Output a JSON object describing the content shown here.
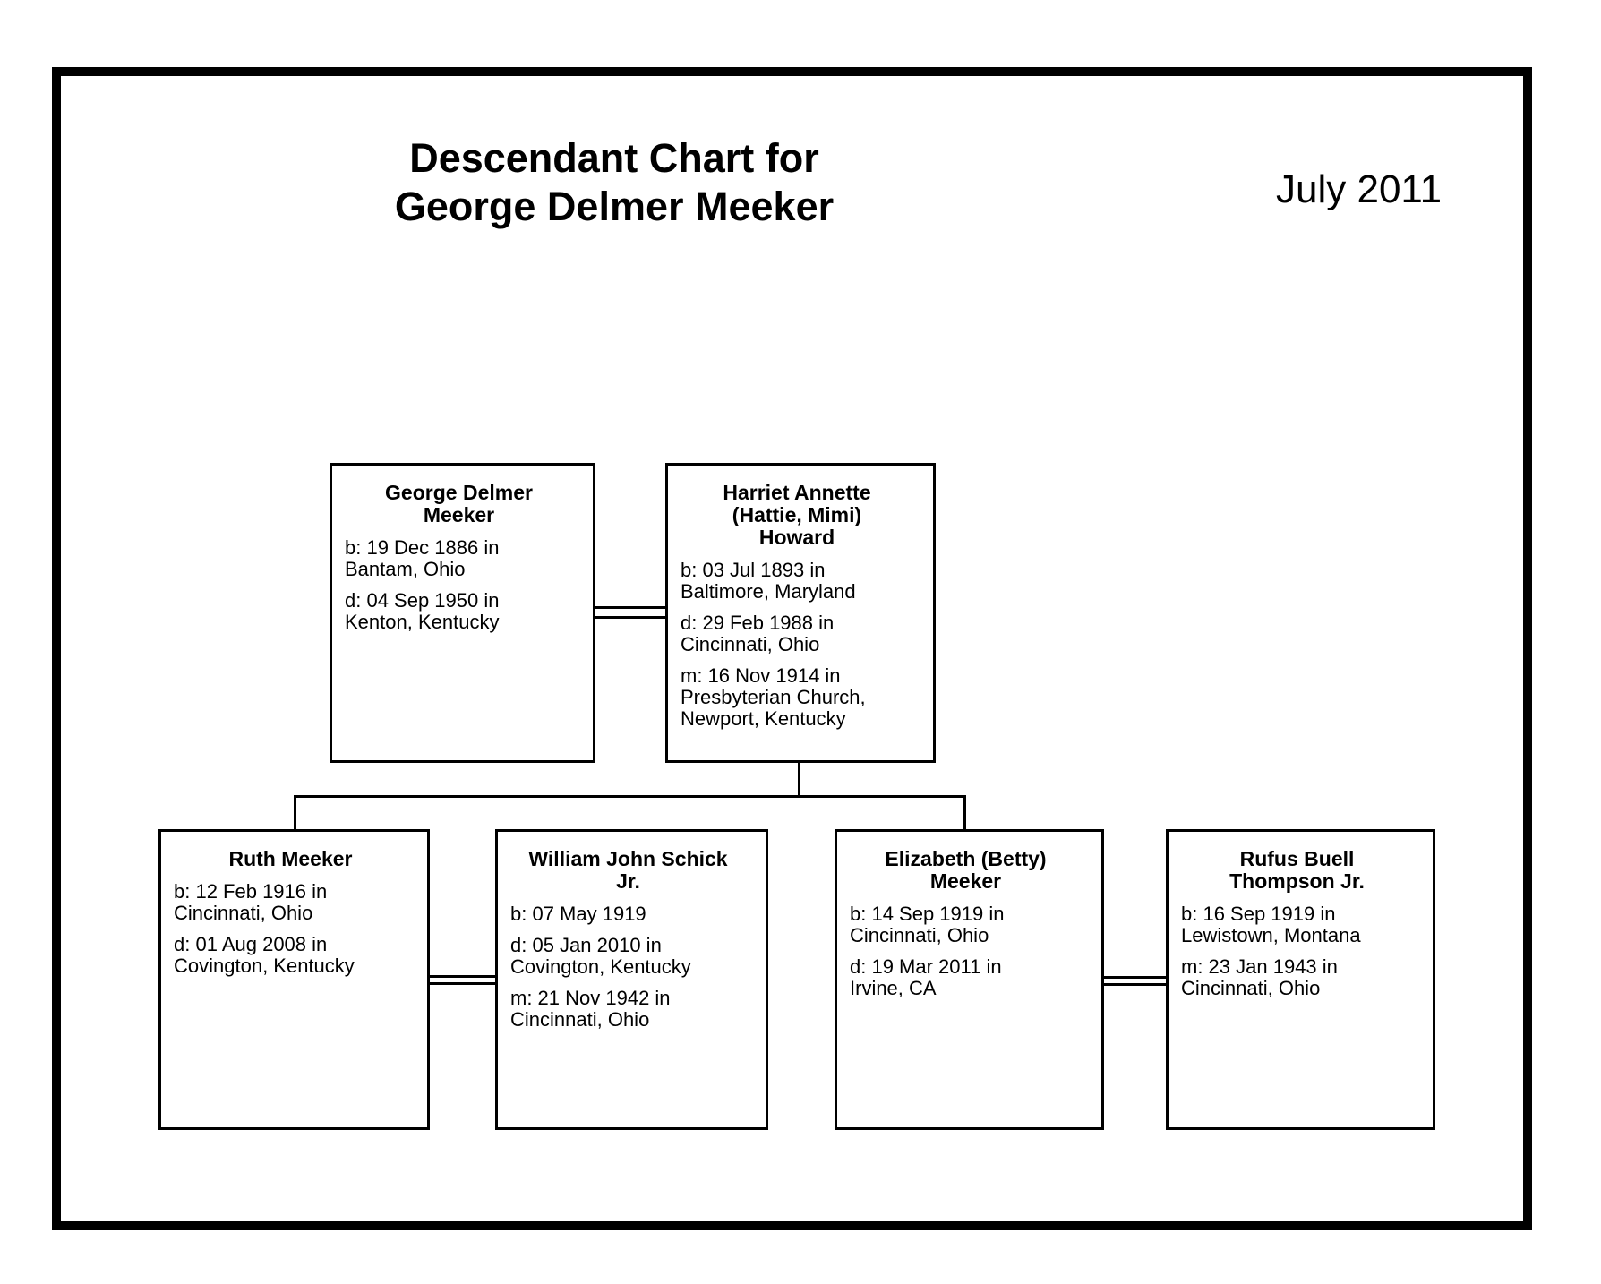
{
  "page": {
    "title": "Descendant Chart for\nGeorge Delmer Meeker",
    "date": "July 2011"
  },
  "colors": {
    "ink": "#000000",
    "paper": "#ffffff"
  },
  "people": {
    "george": {
      "name": "George Delmer\nMeeker",
      "birth": "b: 19 Dec 1886 in\nBantam, Ohio",
      "death": "d: 04 Sep 1950 in\nKenton, Kentucky"
    },
    "harriet": {
      "name": "Harriet Annette\n(Hattie, Mimi)\nHoward",
      "birth": "b: 03 Jul 1893 in\nBaltimore, Maryland",
      "death": "d: 29 Feb 1988 in\nCincinnati, Ohio",
      "marriage": "m: 16 Nov 1914 in\nPresbyterian Church,\nNewport, Kentucky"
    },
    "ruth": {
      "name": "Ruth Meeker",
      "birth": "b: 12 Feb 1916 in\nCincinnati, Ohio",
      "death": "d: 01 Aug 2008 in\nCovington, Kentucky"
    },
    "william": {
      "name": "William John Schick\nJr.",
      "birth": "b: 07 May 1919",
      "death": "d: 05 Jan 2010 in\nCovington, Kentucky",
      "marriage": "m: 21 Nov 1942 in\nCincinnati, Ohio"
    },
    "elizabeth": {
      "name": "Elizabeth (Betty)\nMeeker",
      "birth": "b: 14 Sep 1919 in\nCincinnati, Ohio",
      "death": "d: 19 Mar 2011 in\nIrvine, CA"
    },
    "rufus": {
      "name": "Rufus Buell\nThompson Jr.",
      "birth": "b: 16 Sep 1919 in\nLewistown, Montana",
      "marriage": "m: 23 Jan 1943 in\nCincinnati, Ohio"
    }
  }
}
